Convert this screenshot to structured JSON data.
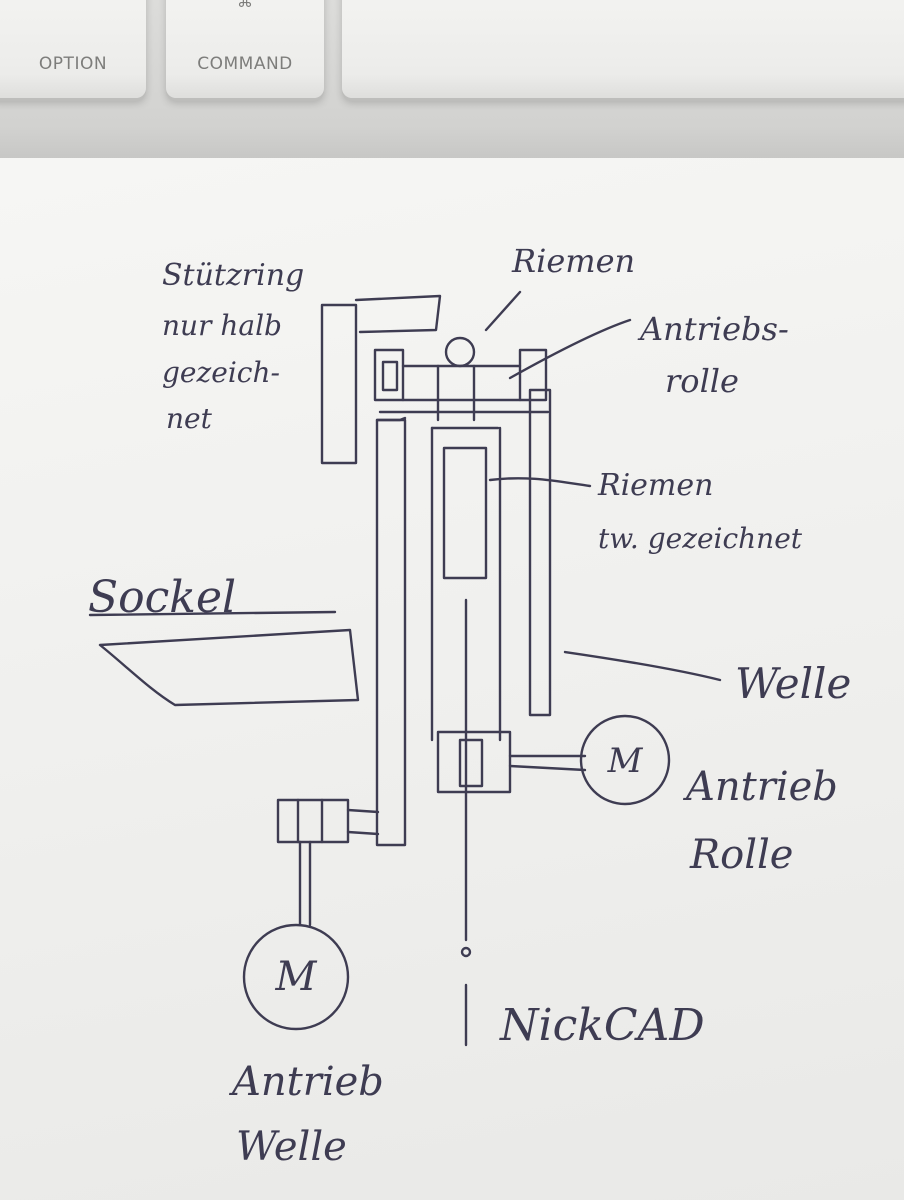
{
  "keyboard": {
    "option_label": "OPTION",
    "command_label": "COMMAND",
    "command_glyph": "⌘"
  },
  "sketch": {
    "labels": {
      "stuetzring": [
        "Stützring",
        "nur halb",
        "gezeich-",
        "net"
      ],
      "riemen_top": "Riemen",
      "antriebsrolle": [
        "Antriebs-",
        "rolle"
      ],
      "riemen_mid": [
        "Riemen",
        "tw. gezeichnet"
      ],
      "sockel": "Sockel",
      "welle": "Welle",
      "antrieb_rolle": [
        "Antrieb",
        "Rolle"
      ],
      "antrieb_welle": [
        "Antrieb",
        "Welle"
      ],
      "signature": "NickCAD"
    },
    "motor_symbol": "M",
    "colors": {
      "ink": "#3e3c52",
      "paper": "#f3f3f1"
    }
  }
}
